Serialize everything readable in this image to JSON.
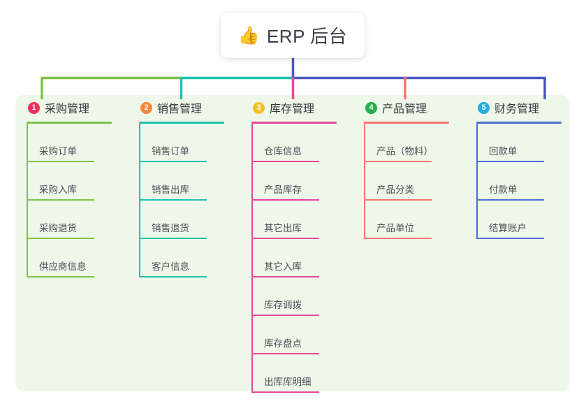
{
  "root": {
    "icon": "thumbs-up-icon",
    "emoji": "👍",
    "title": "ERP 后台"
  },
  "palette": {
    "panel_bg": "#eef8e9",
    "page_bg": "#ffffff",
    "trunk_blue": "#4a55c4",
    "title_text": "#3b3f45"
  },
  "columns": [
    {
      "index": "1",
      "title": "采购管理",
      "badge_color": "#ef2f5c",
      "line_color": "#7cc245",
      "drop_color": "#7cc245",
      "items": [
        {
          "label": "采购订单"
        },
        {
          "label": "采购入库"
        },
        {
          "label": "采购退货"
        },
        {
          "label": "供应商信息"
        }
      ]
    },
    {
      "index": "2",
      "title": "销售管理",
      "badge_color": "#f58634",
      "line_color": "#1ec1b0",
      "drop_color": "#1ec1b0",
      "items": [
        {
          "label": "销售订单"
        },
        {
          "label": "销售出库"
        },
        {
          "label": "销售退货"
        },
        {
          "label": "客户信息"
        }
      ]
    },
    {
      "index": "3",
      "title": "库存管理",
      "badge_color": "#f6c026",
      "line_color": "#e8479c",
      "drop_color": "#e8479c",
      "items": [
        {
          "label": "仓库信息"
        },
        {
          "label": "产品库存"
        },
        {
          "label": "其它出库"
        },
        {
          "label": "其它入库"
        },
        {
          "label": "库存调拨"
        },
        {
          "label": "库存盘点"
        },
        {
          "label": "出库库明细"
        }
      ]
    },
    {
      "index": "4",
      "title": "产品管理",
      "badge_color": "#22b14c",
      "line_color": "#f8736f",
      "drop_color": "#f8736f",
      "items": [
        {
          "label": "产品（物料）"
        },
        {
          "label": "产品分类"
        },
        {
          "label": "产品单位"
        }
      ]
    },
    {
      "index": "5",
      "title": "财务管理",
      "badge_color": "#22aee0",
      "line_color": "#4a6fd0",
      "drop_color": "#7f96da",
      "items": [
        {
          "label": "回款单"
        },
        {
          "label": "付款单"
        },
        {
          "label": "结算账户"
        }
      ]
    }
  ],
  "connector": {
    "segments": [
      {
        "name": "stem-blue",
        "color": "#4a55c4"
      },
      {
        "name": "bus-green",
        "color": "#7cc245"
      },
      {
        "name": "bus-teal",
        "color": "#1ec1b0"
      },
      {
        "name": "bus-blue",
        "color": "#4a55c4"
      }
    ]
  }
}
